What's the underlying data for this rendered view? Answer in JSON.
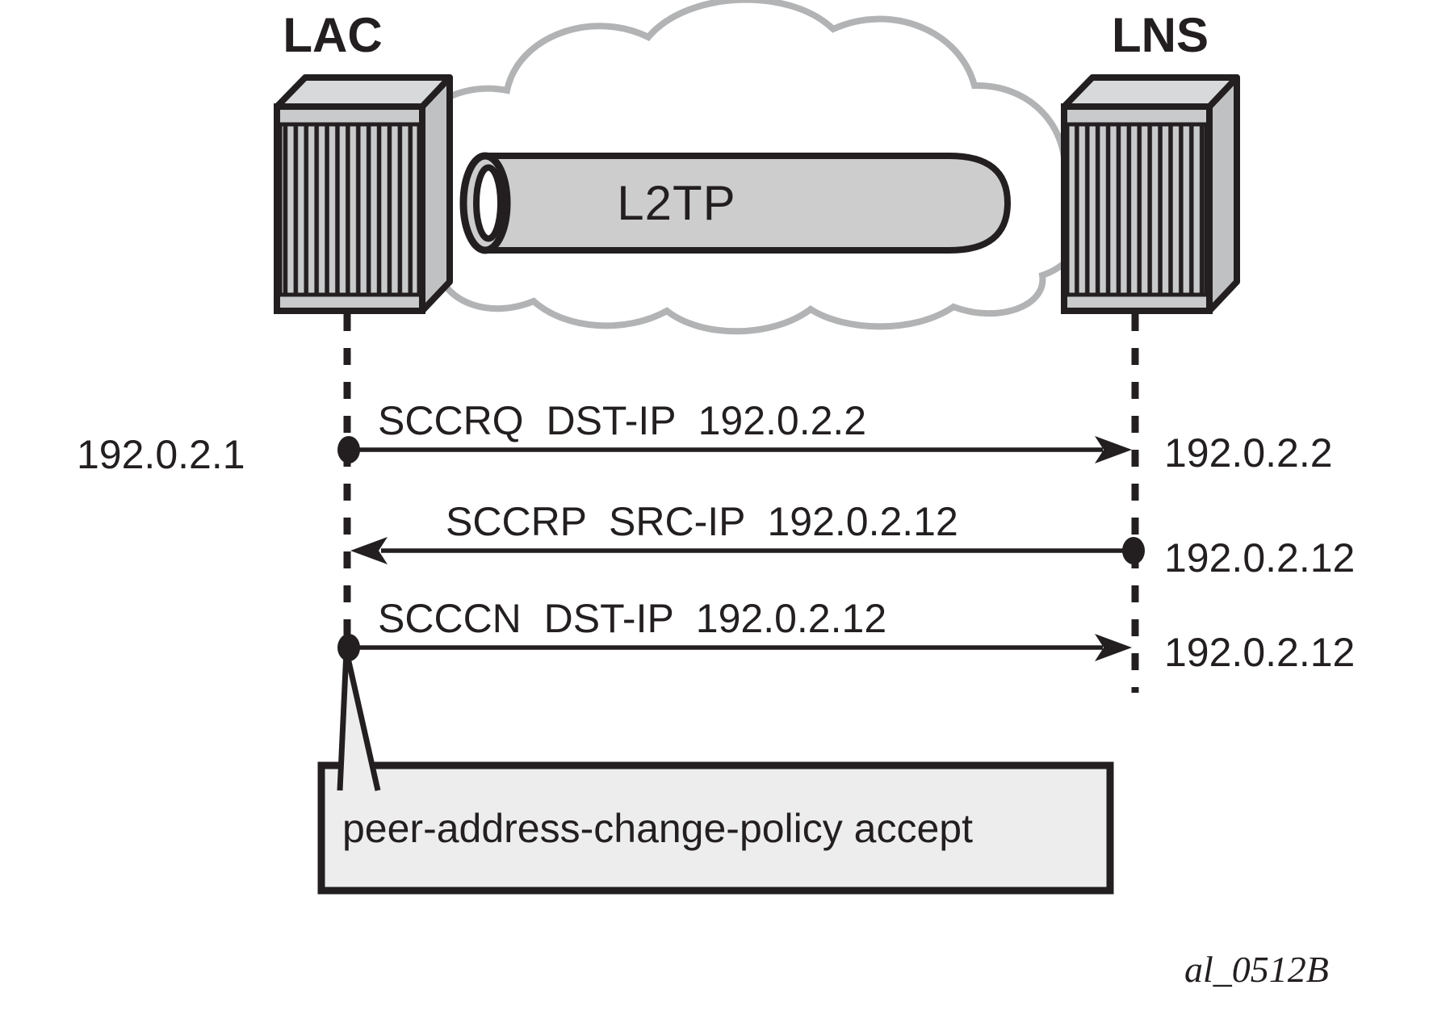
{
  "figure": {
    "devices": [
      {
        "name": "LAC",
        "ip": "192.0.2.1"
      },
      {
        "name": "LNS"
      }
    ],
    "tunnel_label": "L2TP",
    "messages": [
      {
        "label": "SCCRQ DST-IP 192.0.2.2",
        "direction": "lac-to-lns",
        "endpoint_label": "192.0.2.2"
      },
      {
        "label": "SCCRP SRC-IP 192.0.2.12",
        "direction": "lns-to-lac",
        "endpoint_label": "192.0.2.12"
      },
      {
        "label": "SCCCN DST-IP 192.0.2.12",
        "direction": "lac-to-lns",
        "endpoint_label": "192.0.2.12"
      }
    ],
    "callout_text": "peer-address-change-policy accept",
    "figure_id": "al_0512B",
    "colors": {
      "ink": "#231f20",
      "cloud_stroke": "#b1b3b4",
      "tunnel_fill": "#cdcdcd",
      "device_fill": "#c9cacb",
      "callout_fill": "#ededee"
    }
  }
}
